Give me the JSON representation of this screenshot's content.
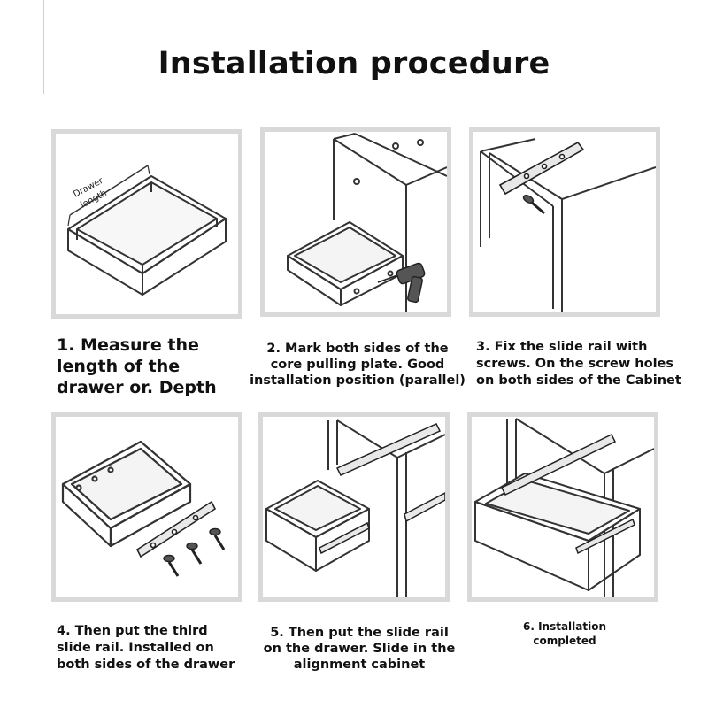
{
  "title": "Installation procedure",
  "drawer_length_label": [
    "Drawer",
    "length"
  ],
  "steps": [
    {
      "lines": [
        "1. Measure the",
        "length of the",
        "drawer or. Depth"
      ]
    },
    {
      "lines": [
        "2. Mark both sides of the",
        "core pulling plate. Good",
        "installation position (parallel)"
      ]
    },
    {
      "lines": [
        "3. Fix the slide rail with",
        "screws. On the screw holes",
        "on both sides of the Cabinet"
      ]
    },
    {
      "lines": [
        "4. Then put the third",
        "slide rail. Installed on",
        "both sides of the drawer"
      ]
    },
    {
      "lines": [
        "5. Then put the slide rail",
        "on the drawer. Slide in the",
        "alignment cabinet"
      ]
    },
    {
      "lines": [
        "6. Installation",
        "completed"
      ]
    }
  ]
}
